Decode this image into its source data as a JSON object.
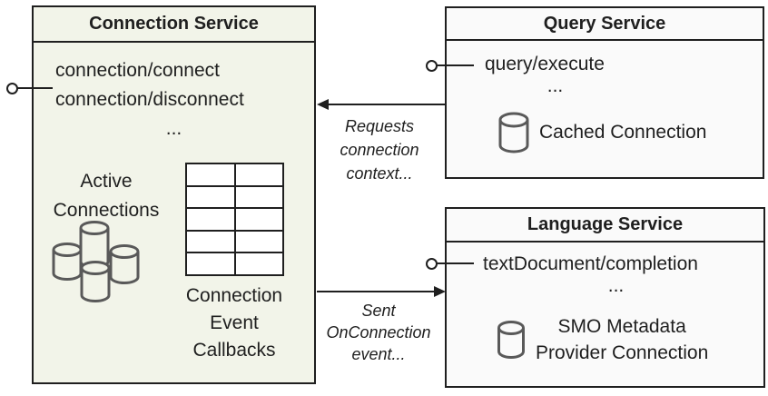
{
  "connection_service": {
    "title": "Connection Service",
    "endpoints": [
      "connection/connect",
      "connection/disconnect"
    ],
    "ellipsis": "...",
    "active_label": [
      "Active",
      "Connections"
    ],
    "callbacks_label": [
      "Connection",
      "Event",
      "Callbacks"
    ]
  },
  "query_service": {
    "title": "Query Service",
    "endpoint": "query/execute",
    "ellipsis": "...",
    "connection_label": "Cached Connection"
  },
  "language_service": {
    "title": "Language Service",
    "endpoint": "textDocument/completion",
    "ellipsis": "...",
    "connection_label": [
      "SMO Metadata",
      "Provider Connection"
    ]
  },
  "arrows": {
    "requests_label": [
      "Requests",
      "connection",
      "context..."
    ],
    "sent_label": [
      "Sent",
      "OnConnection",
      "event..."
    ]
  },
  "colors": {
    "connection_fill": "#f2f4e9",
    "service_fill": "#fafafa",
    "border": "#1f1f1f",
    "icon_stroke": "#595959"
  }
}
